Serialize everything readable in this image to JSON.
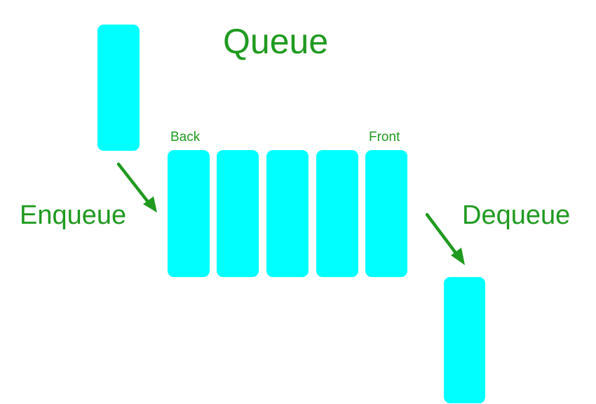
{
  "diagram": {
    "title": "Queue",
    "enqueue_label": "Enqueue",
    "dequeue_label": "Dequeue",
    "back_label": "Back",
    "front_label": "Front",
    "queue_slot_count": 5
  },
  "colors": {
    "block_fill": "#00ffff",
    "text": "#1f9a1f",
    "arrow": "#1f9a1f",
    "background": "#ffffff"
  }
}
